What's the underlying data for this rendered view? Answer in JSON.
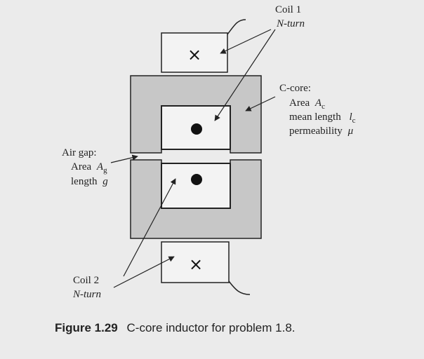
{
  "coil1": {
    "name": "Coil 1",
    "turns": "N-turn"
  },
  "core": {
    "title": "C-core:",
    "area_label": "Area",
    "area_symbol": "A",
    "area_sub": "c",
    "length_label": "mean length",
    "length_symbol": "l",
    "length_sub": "c",
    "perm_label": "permeability",
    "perm_symbol": "μ"
  },
  "airgap": {
    "title": "Air gap:",
    "area_label": "Area",
    "area_symbol": "A",
    "area_sub": "g",
    "length_label": "length",
    "length_symbol": "g"
  },
  "coil2": {
    "name": "Coil 2",
    "turns": "N-turn"
  },
  "marks": {
    "into": "×",
    "out": "•"
  },
  "caption": {
    "figure": "Figure 1.29",
    "text": "C-core inductor for problem 1.8."
  },
  "colors": {
    "core": "#c7c7c7",
    "window": "#f3f3f3",
    "line": "#222222",
    "background": "#ebebeb"
  }
}
